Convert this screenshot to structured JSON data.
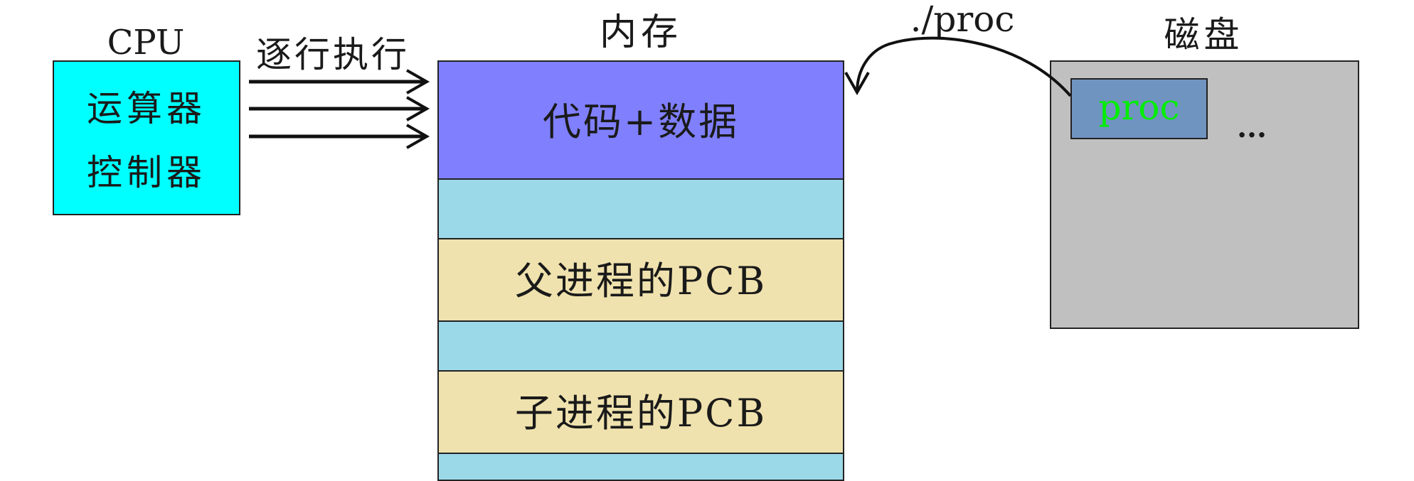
{
  "cpu": {
    "title": "CPU",
    "alu": "运算器",
    "controller": "控制器",
    "color": "#00ffff"
  },
  "execution_label": "逐行执行",
  "memory": {
    "title": "内存",
    "segments": [
      {
        "label": "代码+数据",
        "color": "#8080ff"
      },
      {
        "label": "",
        "color": "#9cd9e8"
      },
      {
        "label": "父进程的PCB",
        "color": "#efe2ae"
      },
      {
        "label": "",
        "color": "#9cd9e8"
      },
      {
        "label": "子进程的PCB",
        "color": "#efe2ae"
      },
      {
        "label": "",
        "color": "#9cd9e8"
      }
    ]
  },
  "load_label": "./proc",
  "disk": {
    "title": "磁盘",
    "file": "proc",
    "file_color": "#7094c0",
    "file_text_color": "#00ee00",
    "more": "...",
    "color": "#c0c0c0"
  }
}
